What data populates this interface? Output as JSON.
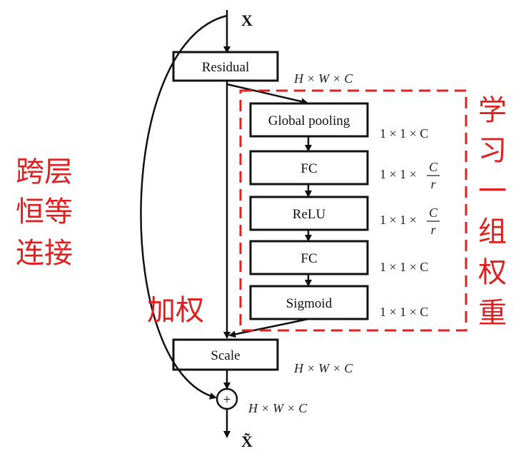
{
  "input_label": "X",
  "output_label": "X̃",
  "blocks": {
    "residual": "Residual",
    "global_pooling": "Global pooling",
    "fc1": "FC",
    "relu": "ReLU",
    "fc2": "FC",
    "sigmoid": "Sigmoid",
    "scale": "Scale"
  },
  "add_symbol": "+",
  "dims": {
    "after_residual": "H × W × C",
    "global_pooling": "1 × 1 × C",
    "fc1_prefix": "1 × 1 ×",
    "fc1_num": "C",
    "fc1_den": "r",
    "relu_prefix": "1 × 1 ×",
    "relu_num": "C",
    "relu_den": "r",
    "fc2": "1 × 1 × C",
    "sigmoid": "1 × 1 × C",
    "after_scale": "H × W × C",
    "after_add": "H × W × C"
  },
  "annotations": {
    "left_line1": "跨层",
    "left_line2": "恒等",
    "left_line3": "连接",
    "weighting": "加权",
    "right_chars": [
      "学",
      "习",
      "一",
      "组",
      "权",
      "重"
    ]
  },
  "colors": {
    "annotation": "#e02020",
    "lines": "#111111"
  }
}
